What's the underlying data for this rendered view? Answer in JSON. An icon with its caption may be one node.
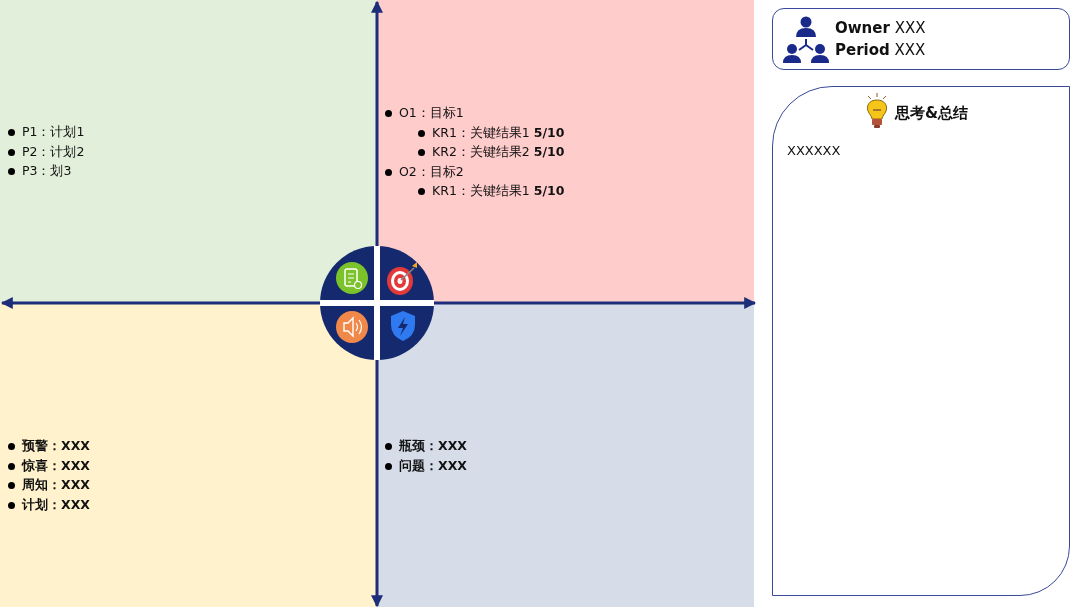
{
  "diagram": {
    "nodes": [
      {
        "text": [
          "P1：计划1",
          "P2：计划2",
          "P3：划3"
        ]
      },
      {
        "text": [
          "O1：目标1",
          "KR1：关键结果1 **5/10**",
          "KR2：关键结果2 **5/10**",
          "O2：目标2",
          "KR1：关键结果1 **5/10**"
        ]
      },
      {
        "text": [
          "预警：XXX",
          "惊喜：XXX",
          "周知：XXX",
          "计划：XXX"
        ]
      },
      {
        "text": [
          "瓶颈：XXX",
          "问题：XXX"
        ]
      },
      {
        "text": [
          "**Owner**  XXX",
          "**Period**  XXX"
        ]
      },
      {
        "text": [
          "思考&总结",
          "XXXXXX"
        ]
      }
    ]
  }
}
